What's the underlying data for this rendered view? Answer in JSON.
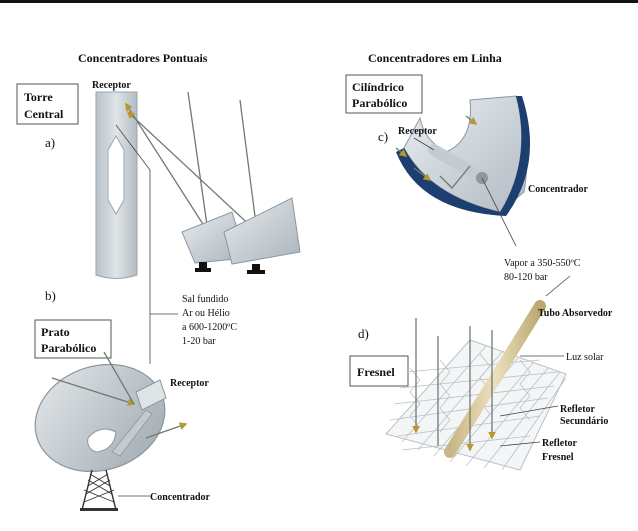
{
  "titles": {
    "left": "Concentradores Pontuais",
    "right": "Concentradores em Linha"
  },
  "panel_letters": {
    "a": "a)",
    "b": "b)",
    "c": "c)",
    "d": "d)"
  },
  "boxes": {
    "torre_line1": "Torre",
    "torre_line2": "Central",
    "prato_line1": "Prato",
    "prato_line2": "Parabólico",
    "cilindrico_line1": "Cilíndrico",
    "cilindrico_line2": "Parabólico",
    "fresnel": "Fresnel"
  },
  "labels": {
    "tower_receptor": "Receptor",
    "dish_receptor": "Receptor",
    "dish_concentrador": "Concentrador",
    "trough_receptor": "Receptor",
    "trough_concentrador": "Concentrador",
    "tubo_absorvedor": "Tubo Absorvedor",
    "luz_solar": "Luz solar",
    "refletor_secundario_1": "Refletor",
    "refletor_secundario_2": "Secundário",
    "refletor_fresnel_1": "Refletor",
    "refletor_fresnel_2": "Fresnel"
  },
  "fluid_left": [
    "Sal fundido",
    "Ar ou Hélio",
    "a 600-1200ºC",
    "1-20 bar"
  ],
  "fluid_right": [
    "Vapor a 350-550ºC",
    "80-120 bar"
  ],
  "colors": {
    "mirror_fill": "#c9d1d6",
    "tower_fill": "#cfd6da",
    "trough_rim": "#1d3f70",
    "ray": "#6f7a72",
    "tube": "#d7c79d",
    "arrow_tip": "#b9962e"
  }
}
